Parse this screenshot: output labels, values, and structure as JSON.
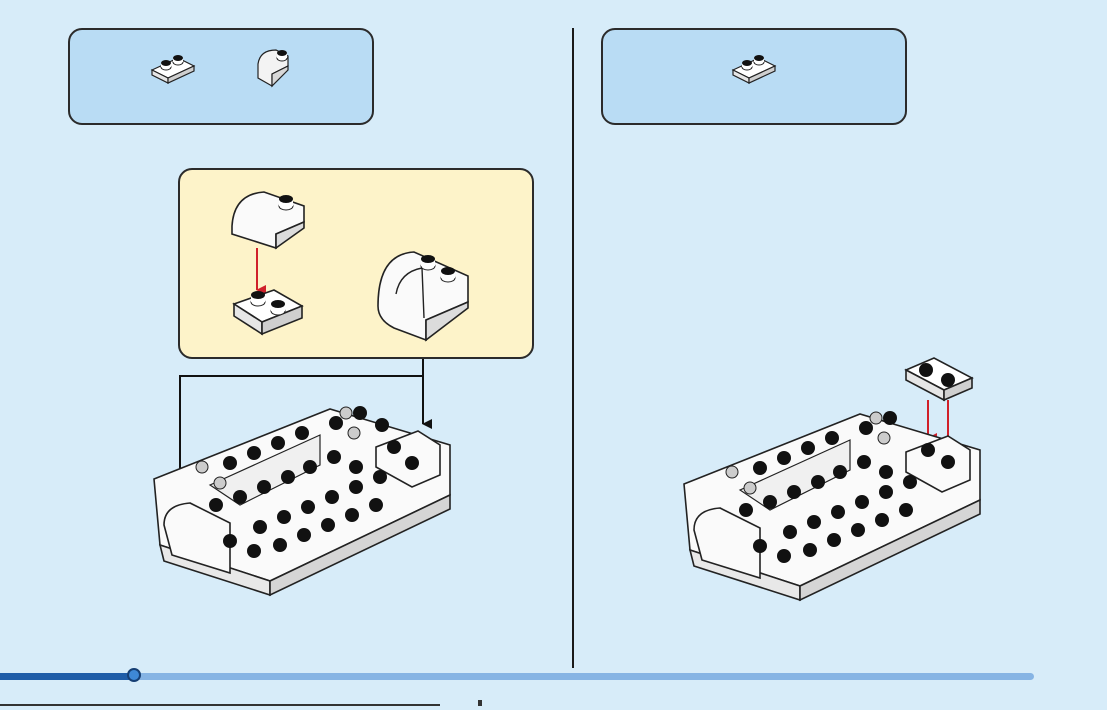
{
  "steps": [
    {
      "parts": [
        "plate-1x2",
        "curved-slope-1x2"
      ],
      "has_subassembly": true
    },
    {
      "parts": [
        "plate-1x2"
      ],
      "has_subassembly": false
    }
  ],
  "progress": {
    "fraction": 0.13
  },
  "colors": {
    "background": "#d7ecf9",
    "parts_box": "#b9dcf4",
    "subassembly_box": "#fdf3c9",
    "arrow_red": "#d0202a",
    "progress_dark": "#1f5da8",
    "progress_light": "#86b4e4"
  }
}
